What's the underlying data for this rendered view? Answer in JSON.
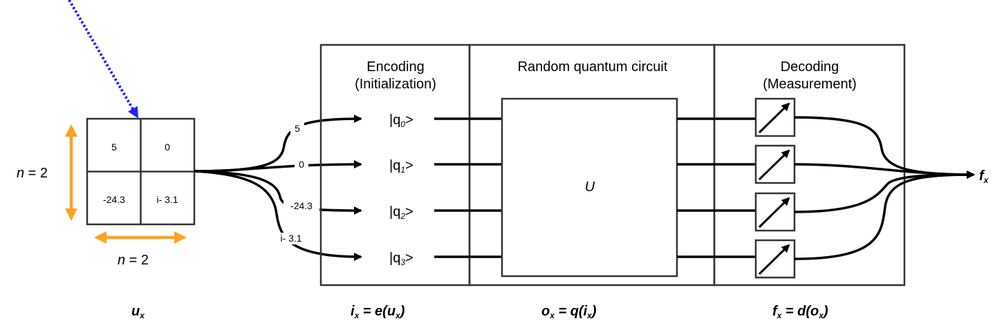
{
  "input_grid": {
    "cells": [
      "5",
      "0",
      "-24.3",
      "i-  3.1"
    ],
    "n_vertical": "n = 2",
    "n_horizontal": "n = 2",
    "n_var": "n",
    "n_eq": " = 2"
  },
  "wire_labels": [
    "5",
    "0",
    "-24.3",
    "i-  3.1"
  ],
  "sections": {
    "encoding_line1": "Encoding",
    "encoding_line2": "(Initialization)",
    "circuit": "Random quantum circuit",
    "decoding_line1": "Decoding",
    "decoding_line2": "(Measurement)"
  },
  "qubits": [
    {
      "pre": "|q",
      "sub": "0",
      "post": ">"
    },
    {
      "pre": "|q",
      "sub": "1",
      "post": ">"
    },
    {
      "pre": "|q",
      "sub": "2",
      "post": ">"
    },
    {
      "pre": "|q",
      "sub": "3",
      "post": ">"
    }
  ],
  "unitary": "U",
  "output": {
    "main": "f",
    "sub": "x"
  },
  "bottom": {
    "ux": {
      "main": "u",
      "sub": "x"
    },
    "ix_eq": {
      "a": "i",
      "a_sub": "x",
      "b": " = e(",
      "c": "u",
      "c_sub": "x",
      "d": ")"
    },
    "ox_eq": {
      "a": "o",
      "a_sub": "x",
      "b": " = q(",
      "c": "i",
      "c_sub": "x",
      "d": ")"
    },
    "fx_eq": {
      "a": "f",
      "a_sub": "x",
      "b": " = d(",
      "c": "o",
      "c_sub": "x",
      "d": ")"
    }
  },
  "colors": {
    "arrow_blue": "#1f1fff",
    "arrow_orange": "#ffa21f",
    "stroke": "#333333"
  }
}
